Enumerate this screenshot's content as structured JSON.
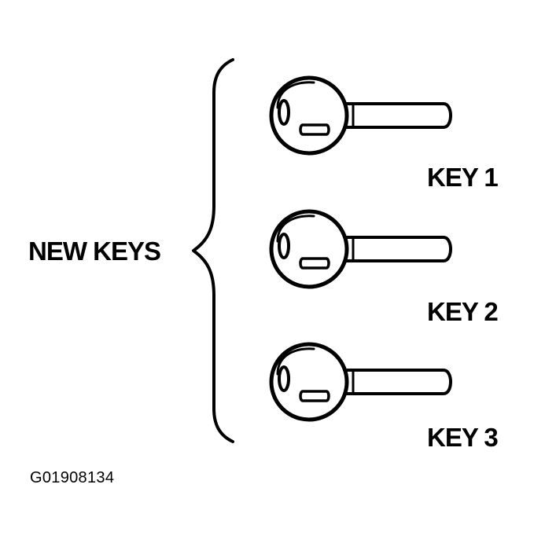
{
  "group_label": "NEW KEYS",
  "keys": [
    {
      "label": "KEY 1"
    },
    {
      "label": "KEY 2"
    },
    {
      "label": "KEY 3"
    }
  ],
  "figure_id": "G01908134",
  "colors": {
    "ink": "#000000",
    "background": "#ffffff"
  }
}
